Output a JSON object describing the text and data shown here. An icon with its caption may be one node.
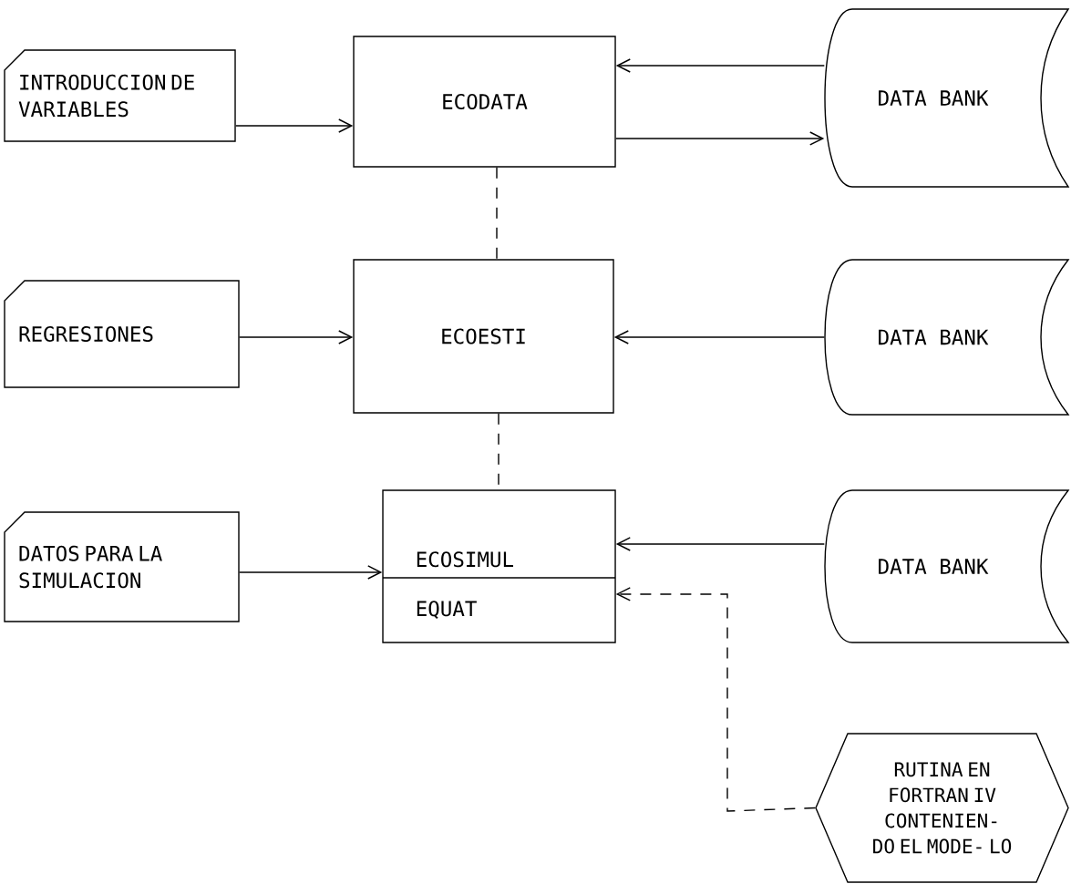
{
  "diagram": {
    "nodes": [
      {
        "text": [
          "INTRODUCCION DE VARIABLES"
        ]
      },
      {
        "text": [
          "ECODATA"
        ]
      },
      {
        "text": [
          "DATA BANK"
        ]
      },
      {
        "text": [
          "REGRESIONES"
        ]
      },
      {
        "text": [
          "ECOESTI"
        ]
      },
      {
        "text": [
          "DATA BANK"
        ]
      },
      {
        "text": [
          "DATOS PARA LA SIMULACION"
        ]
      },
      {
        "text": [
          "ECOSIMUL",
          "EQUAT"
        ]
      },
      {
        "text": [
          "DATA BANK"
        ]
      },
      {
        "text": [
          "RUTINA EN FORTRAN IV CONTENIEN- DO EL MODE- LO"
        ]
      }
    ],
    "edges": [
      {
        "from": 0,
        "to": 1,
        "arrow": "to"
      },
      {
        "from": 2,
        "to": 1,
        "arrow": "to"
      },
      {
        "from": 1,
        "to": 2,
        "arrow": "to"
      },
      {
        "from": 1,
        "to": 4,
        "arrow": "none",
        "style": "dashed"
      },
      {
        "from": 3,
        "to": 4,
        "arrow": "to"
      },
      {
        "from": 5,
        "to": 4,
        "arrow": "to"
      },
      {
        "from": 4,
        "to": 7,
        "arrow": "none",
        "style": "dashed"
      },
      {
        "from": 6,
        "to": 7,
        "arrow": "to"
      },
      {
        "from": 8,
        "to": 7,
        "arrow": "to"
      },
      {
        "from": 9,
        "to": 7,
        "arrow": "to",
        "style": "dashed"
      }
    ]
  }
}
